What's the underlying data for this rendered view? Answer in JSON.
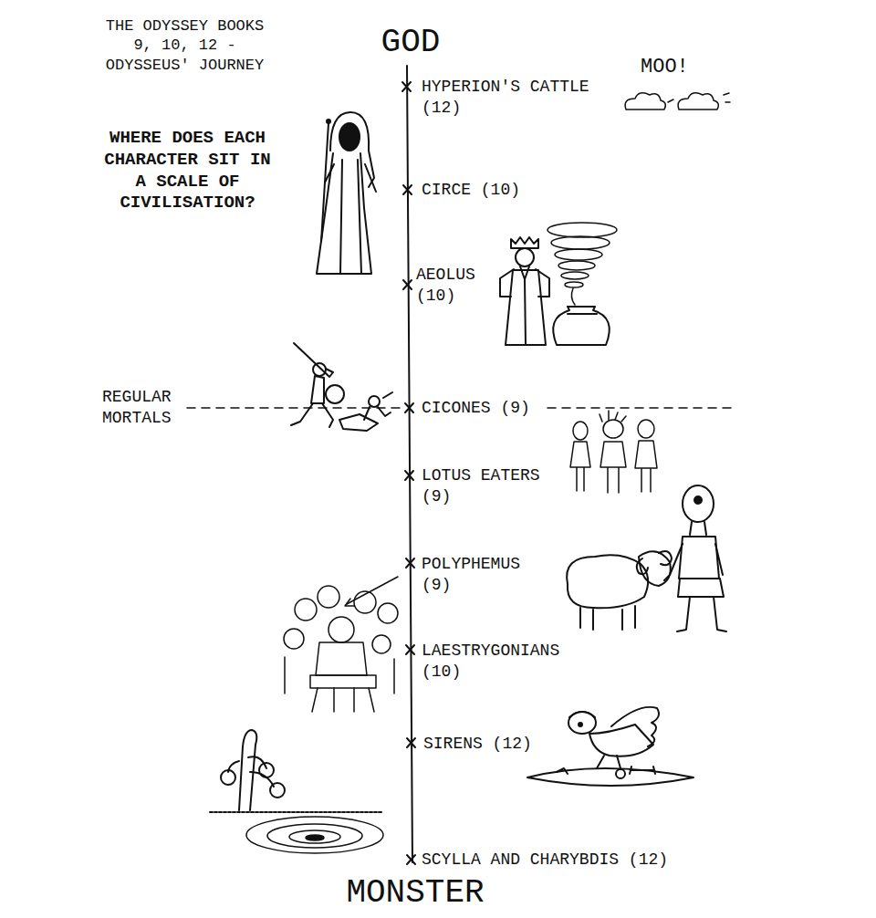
{
  "diagram": {
    "title": "THE ODYSSEY BOOKS 9, 10, 12 - ODYSSEUS' JOURNEY",
    "labels": [
      "WHERE DOES EACH CHARACTER SIT IN A SCALE OF CIVILISATION?",
      "GOD",
      "HYPERION'S CATTLE (12)",
      "MOO!",
      "CIRCE (10)",
      "AEOLUS (10)",
      "REGULAR MORTALS",
      "CICONES (9)",
      "LOTUS EATERS (9)",
      "POLYPHEMUS (9)",
      "LAESTRYGONIANS (10)",
      "SIRENS (12)",
      "SCYLLA AND CHARYBDIS (12)",
      "MONSTER"
    ]
  }
}
